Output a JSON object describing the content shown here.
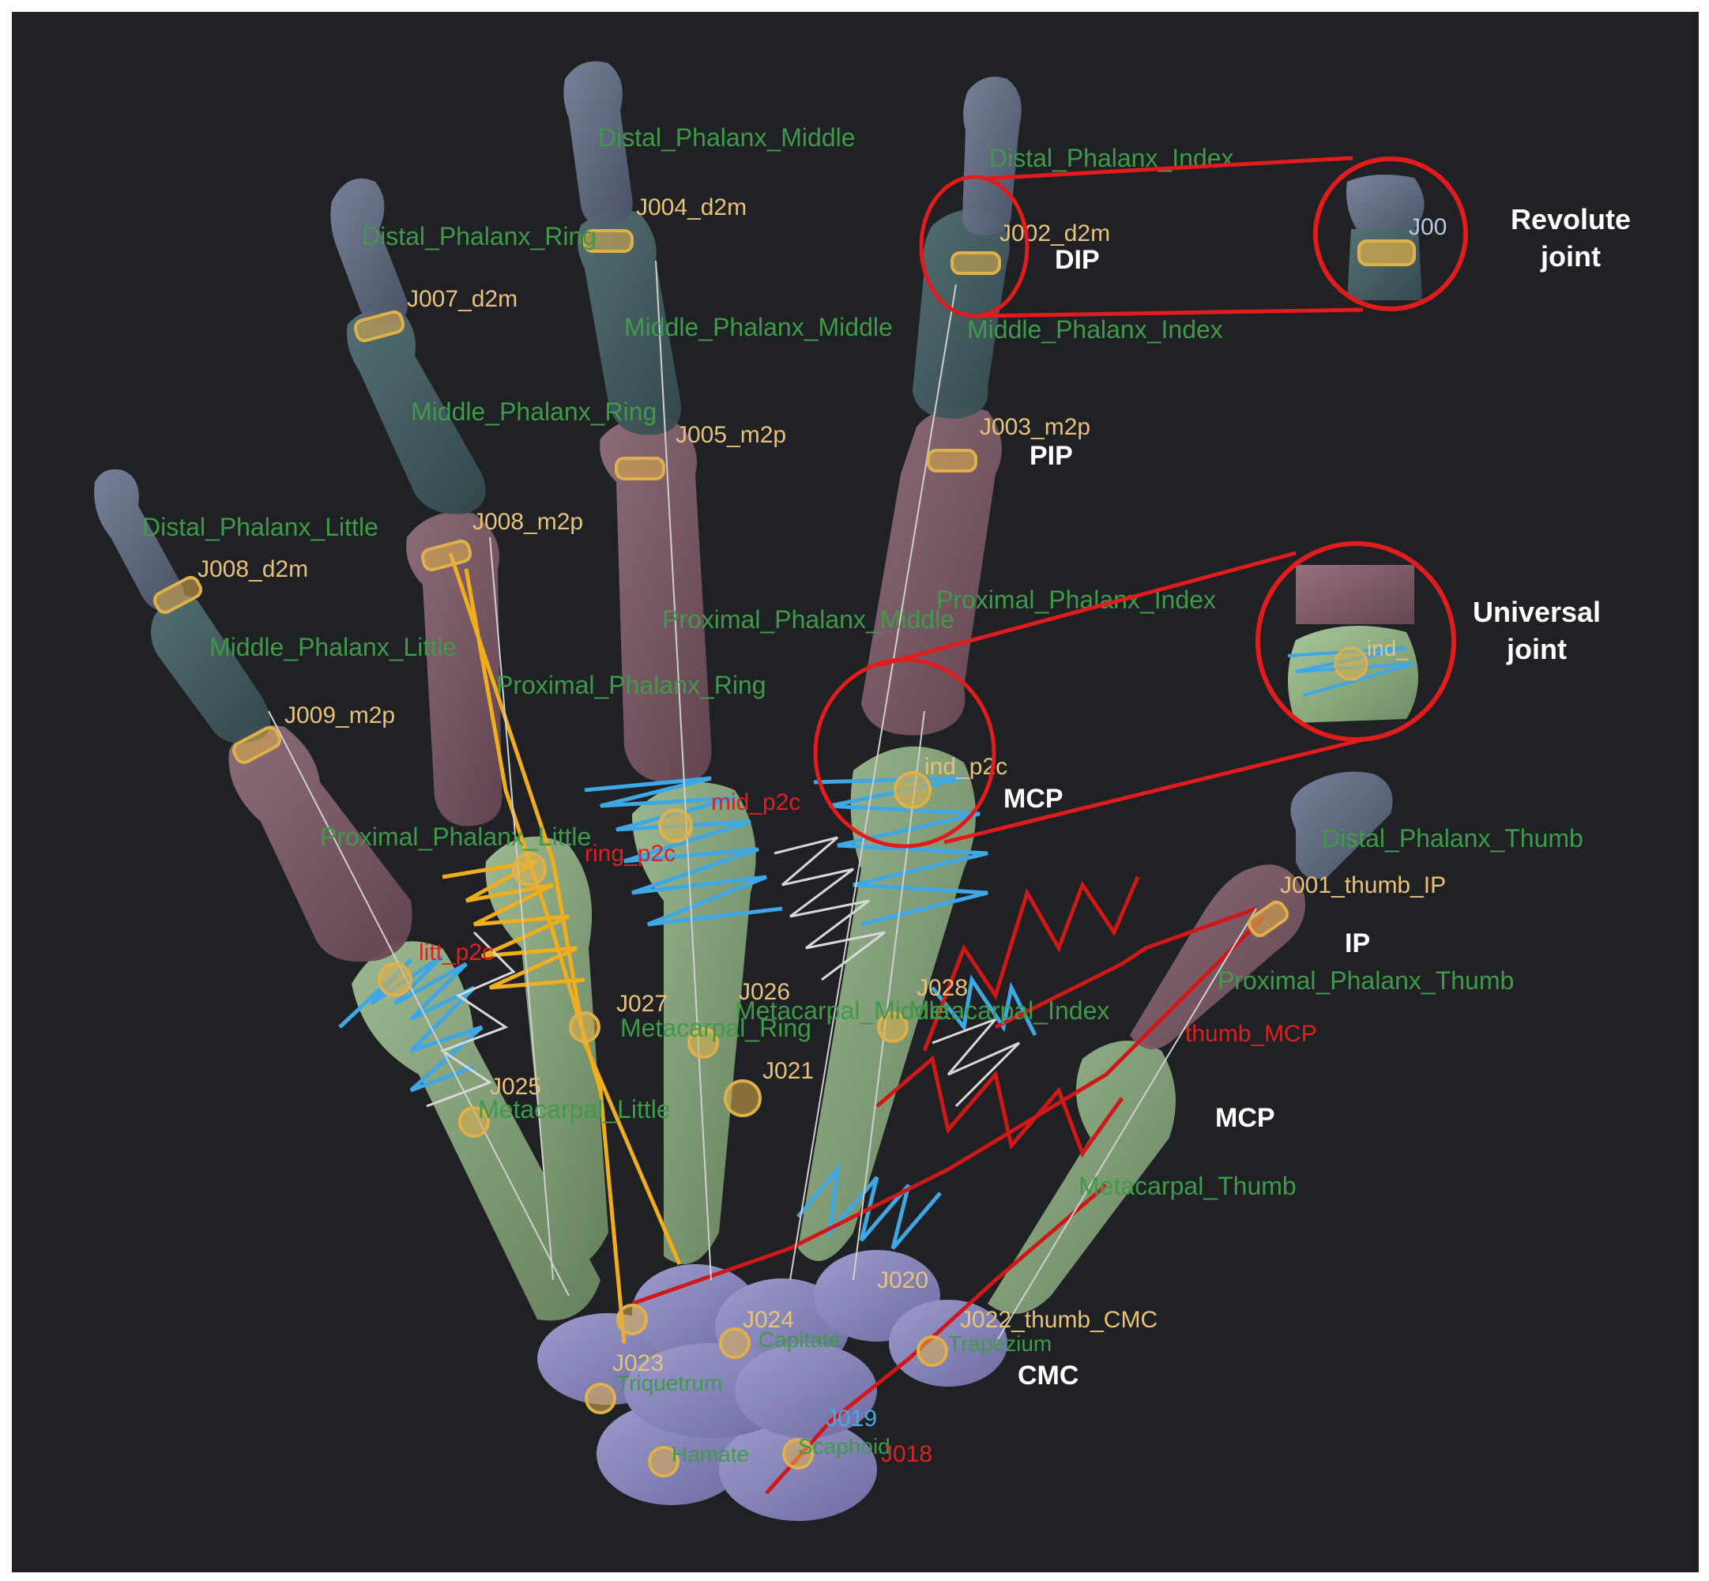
{
  "colors": {
    "background": "#1f2124",
    "distal_bone": "#5c6478",
    "middle_bone": "#3f5a5e",
    "proximal_bone": "#7a5663",
    "metacarpal_bone": "#8fae82",
    "carpal_bone": "#8e8cc4",
    "label_green": "#3f9a4a",
    "label_orange": "#e8c27a",
    "label_white": "#ffffff",
    "label_red": "#e02020",
    "label_blue": "#4aa8e0",
    "spring_blue": "#3ea8e6",
    "spring_orange": "#f0ad1e",
    "spring_red": "#d01818",
    "spring_white": "#d8d8d8",
    "highlight_red": "#e21c1c",
    "joint_marker": "#e0b04a"
  },
  "bone_labels": {
    "distal_middle": "Distal_Phalanx_Middle",
    "distal_index": "Distal_Phalanx_Index",
    "distal_ring": "Distal_Phalanx_Ring",
    "distal_little": "Distal_Phalanx_Little",
    "distal_thumb": "Distal_Phalanx_Thumb",
    "middle_middle": "Middle_Phalanx_Middle",
    "middle_index": "Middle_Phalanx_Index",
    "middle_ring": "Middle_Phalanx_Ring",
    "middle_little": "Middle_Phalanx_Little",
    "proximal_index": "Proximal_Phalanx_Index",
    "proximal_middle": "Proximal_Phalanx_Middle",
    "proximal_ring": "Proximal_Phalanx_Ring",
    "proximal_little": "Proximal_Phalanx_Little",
    "proximal_thumb": "Proximal_Phalanx_Thumb",
    "metacarpal_index": "Metacarpal_Index",
    "metacarpal_middle": "Metacarpal_Middle",
    "metacarpal_ring": "Metacarpal_Ring",
    "metacarpal_little": "Metacarpal_Little",
    "metacarpal_thumb": "Metacarpal_Thumb",
    "trapezium": "Trapezium",
    "triquetrum": "Triquetrum",
    "hamate": "Hamate",
    "scaphoid": "Scaphoid",
    "capitate": "Capitate"
  },
  "joint_labels": {
    "middle_d2m": "J004_d2m",
    "index_d2m": "J002_d2m",
    "ring_d2m": "J007_d2m",
    "little_d2m": "J008_d2m",
    "middle_m2p": "J005_m2p",
    "index_m2p": "J003_m2p",
    "ring_m2p": "J008_m2p",
    "little_m2p": "J009_m2p",
    "index_p2c": "ind_p2c",
    "middle_p2c": "mid_p2c",
    "ring_p2c": "ring_p2c",
    "little_p2c": "litt_p2c",
    "thumb_ip": "J001_thumb_IP",
    "thumb_mcp": "thumb_MCP",
    "thumb_cmc": "J022_thumb_CMC",
    "j027": "J027",
    "j026": "J026",
    "j028": "J028",
    "j021": "J021",
    "j025": "J025",
    "j020": "J020",
    "j024": "J024",
    "j023": "J023",
    "j019": "J019",
    "j018": "J018"
  },
  "annotations": {
    "dip": "DIP",
    "pip": "PIP",
    "mcp_index": "MCP",
    "ip": "IP",
    "mcp_thumb": "MCP",
    "cmc": "CMC",
    "revolute_line1": "Revolute",
    "revolute_line2": "joint",
    "universal_line1": "Universal",
    "universal_line2": "joint",
    "zoom_revolute_tag": "J00",
    "zoom_universal_tag": "ind_"
  }
}
